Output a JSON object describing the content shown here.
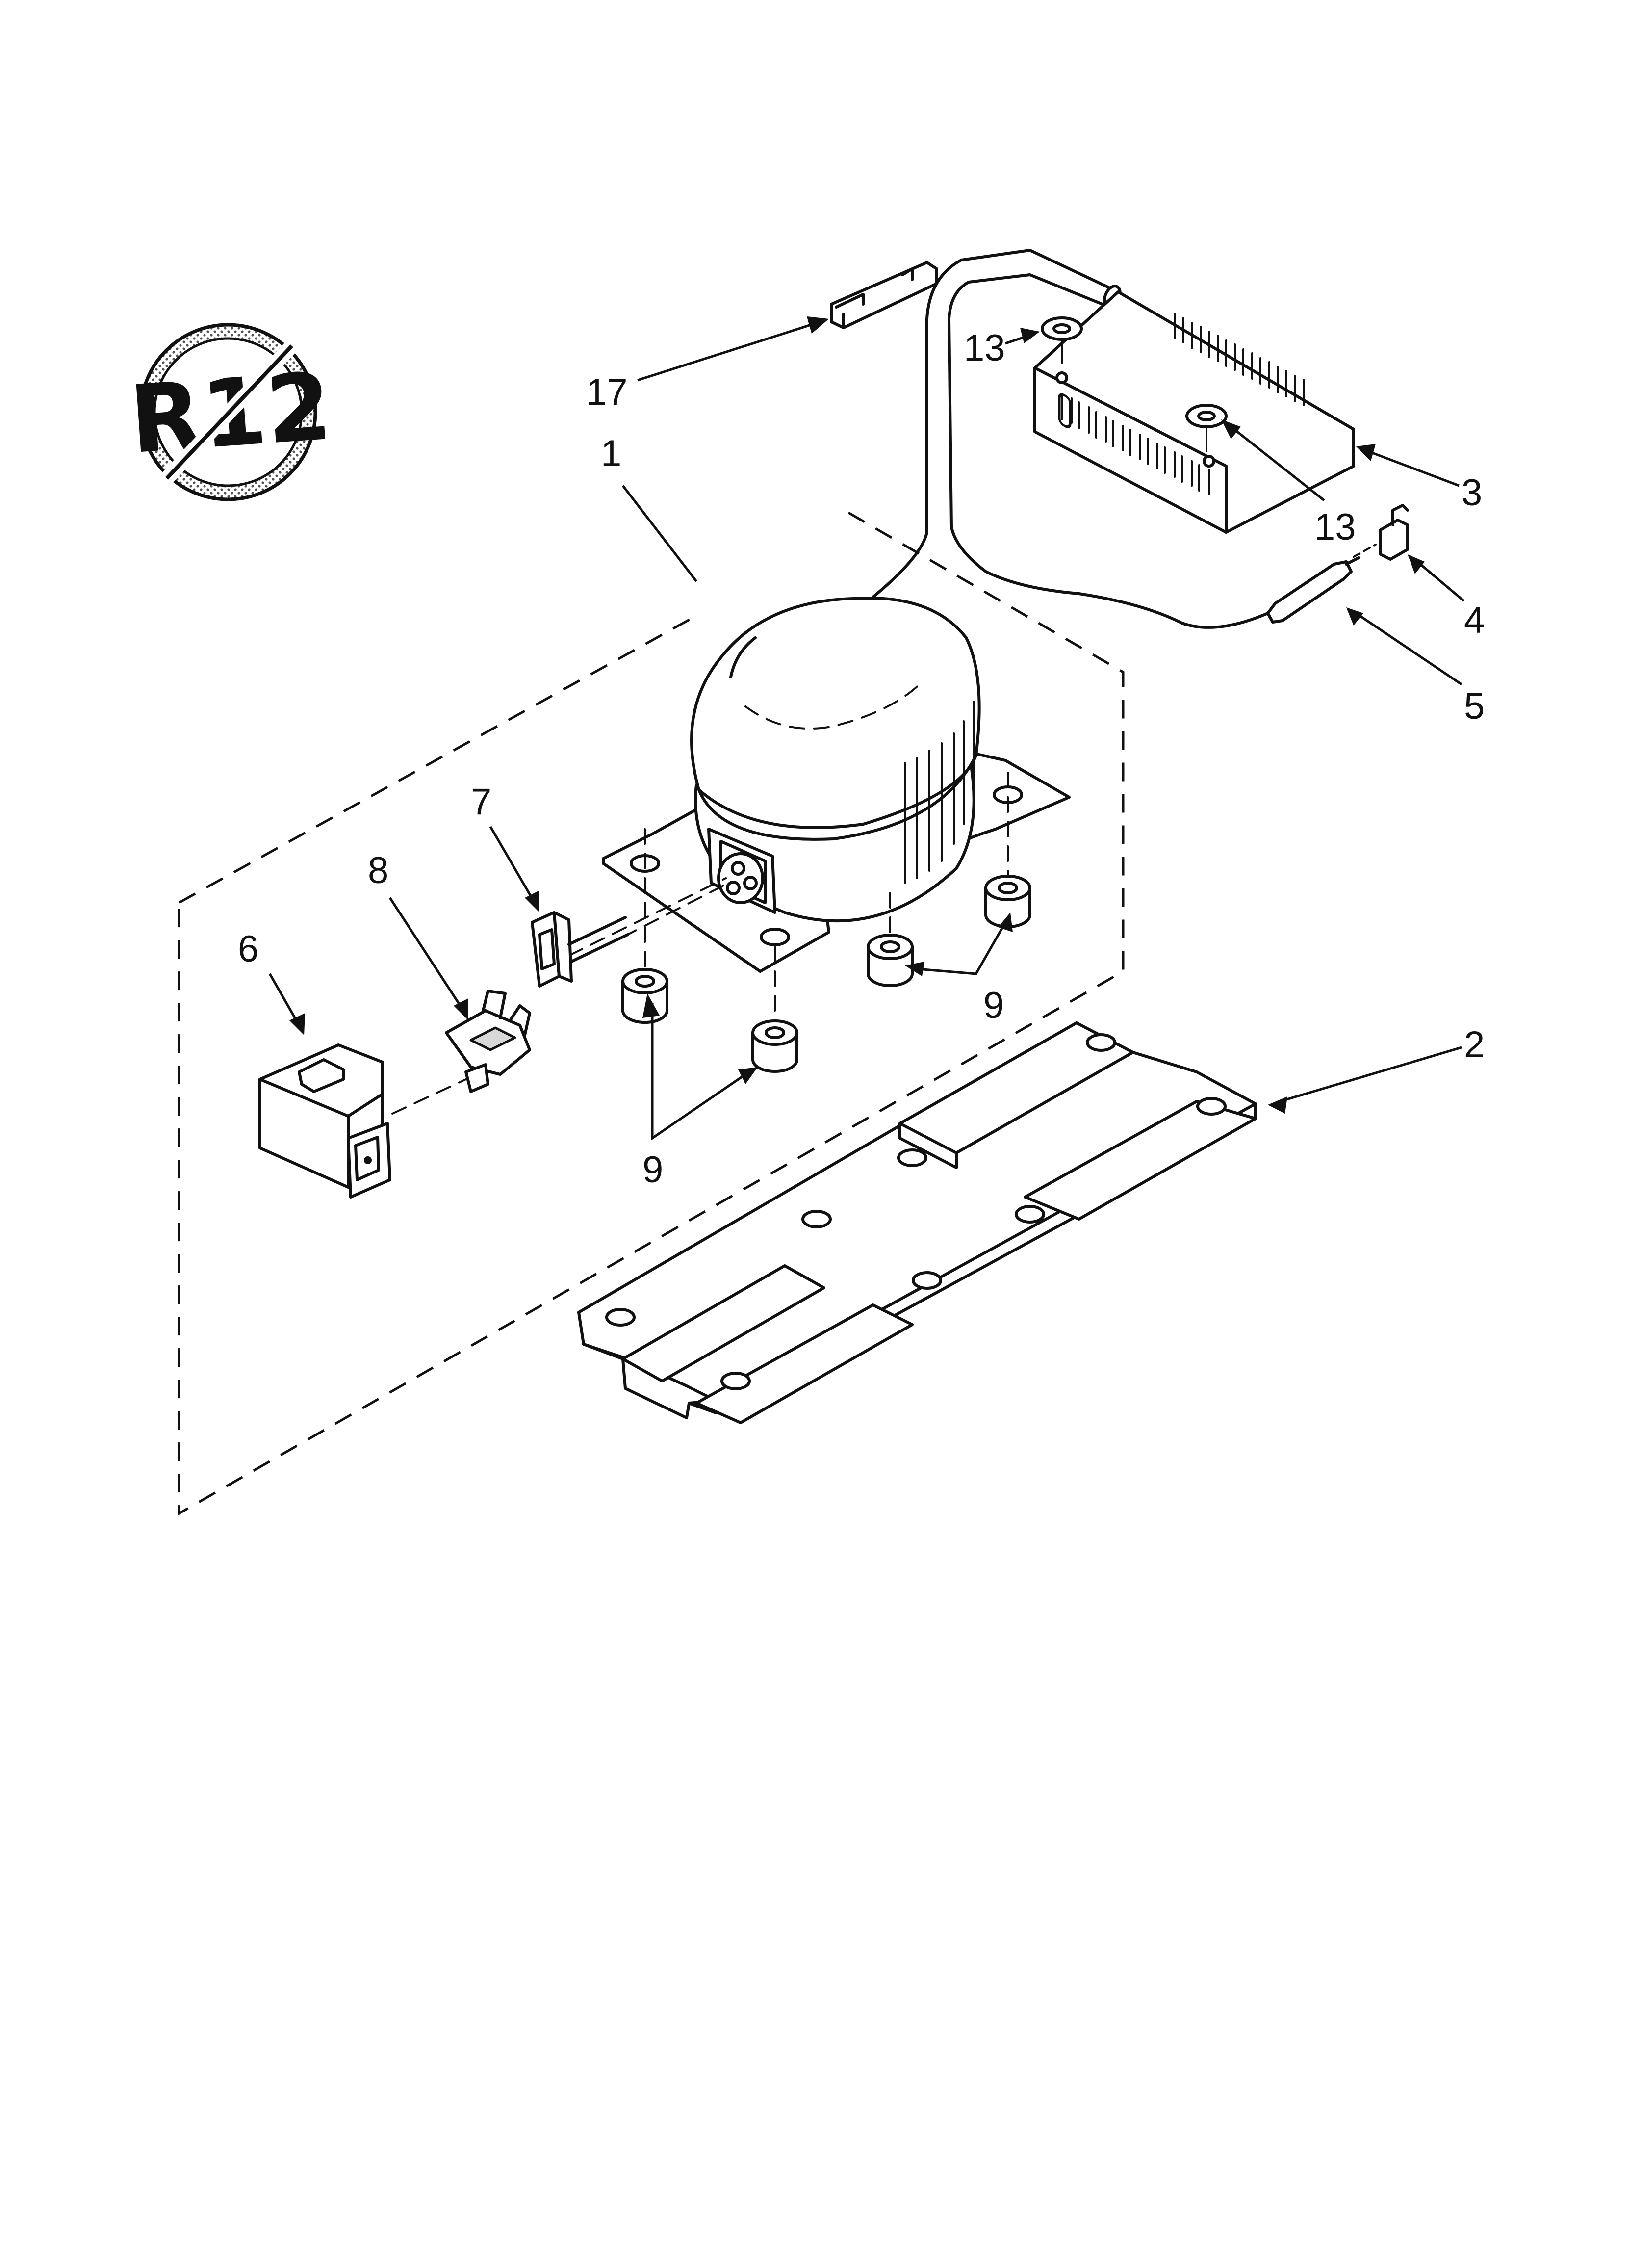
{
  "badge": {
    "text": "R12"
  },
  "callouts": [
    {
      "id": "17",
      "text": "17"
    },
    {
      "id": "13a",
      "text": "13"
    },
    {
      "id": "13b",
      "text": "13"
    },
    {
      "id": "1",
      "text": "1"
    },
    {
      "id": "3",
      "text": "3"
    },
    {
      "id": "4",
      "text": "4"
    },
    {
      "id": "5",
      "text": "5"
    },
    {
      "id": "7",
      "text": "7"
    },
    {
      "id": "8",
      "text": "8"
    },
    {
      "id": "6",
      "text": "6"
    },
    {
      "id": "9a",
      "text": "9"
    },
    {
      "id": "9b",
      "text": "9"
    },
    {
      "id": "2",
      "text": "2"
    }
  ]
}
